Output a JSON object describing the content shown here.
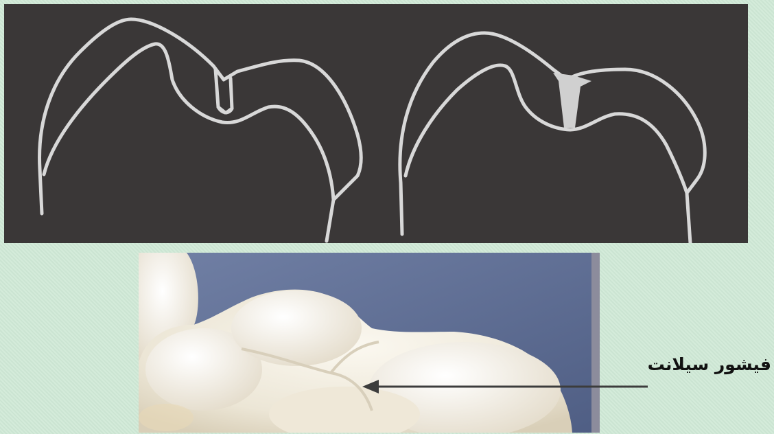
{
  "caption": {
    "label": "فیشور سیلانت"
  },
  "colors": {
    "diagram_background": "#3a3737",
    "tooth_outline": "#dcdcdc",
    "page_background": "#cfe9d6",
    "photo_background": "#5f6e92",
    "tooth_enamel": "#f4f0e6",
    "arrow": "#3c3c3c"
  },
  "figures": [
    {
      "name": "tooth-without-sealant"
    },
    {
      "name": "tooth-with-sealant"
    },
    {
      "name": "sealed-molar-photo"
    }
  ]
}
